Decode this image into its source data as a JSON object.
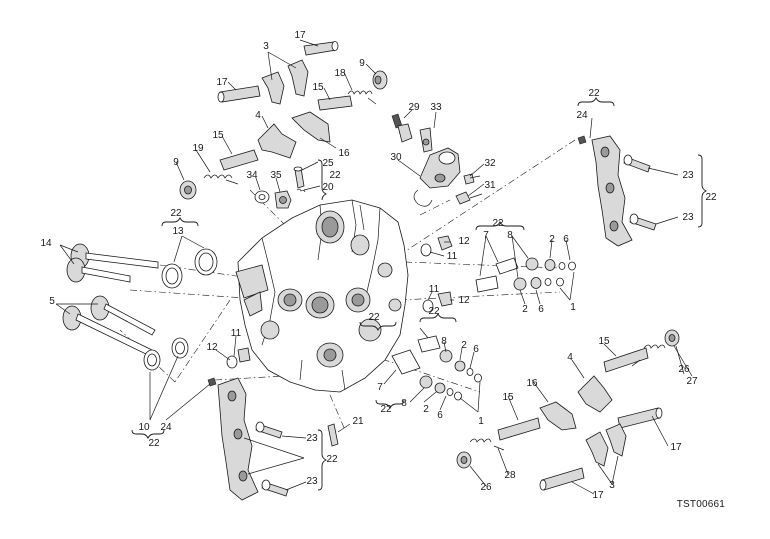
{
  "diagram": {
    "drawing_code": "TST00661",
    "callouts": [
      {
        "id": "c3a",
        "text": "3"
      },
      {
        "id": "c17a",
        "text": "17"
      },
      {
        "id": "c17b",
        "text": "17"
      },
      {
        "id": "c9a",
        "text": "9"
      },
      {
        "id": "c18",
        "text": "18"
      },
      {
        "id": "c15a",
        "text": "15"
      },
      {
        "id": "c4a",
        "text": "4"
      },
      {
        "id": "c16a",
        "text": "16"
      },
      {
        "id": "c15b",
        "text": "15"
      },
      {
        "id": "c29",
        "text": "29"
      },
      {
        "id": "c33",
        "text": "33"
      },
      {
        "id": "c19",
        "text": "19"
      },
      {
        "id": "c9b",
        "text": "9"
      },
      {
        "id": "c25",
        "text": "25"
      },
      {
        "id": "c22a",
        "text": "22"
      },
      {
        "id": "c34",
        "text": "34"
      },
      {
        "id": "c35",
        "text": "35"
      },
      {
        "id": "c20",
        "text": "20"
      },
      {
        "id": "c30",
        "text": "30"
      },
      {
        "id": "c32",
        "text": "32"
      },
      {
        "id": "c31",
        "text": "31"
      },
      {
        "id": "c22b",
        "text": "22"
      },
      {
        "id": "c24a",
        "text": "24"
      },
      {
        "id": "c23a",
        "text": "23"
      },
      {
        "id": "c22c",
        "text": "22"
      },
      {
        "id": "c23b",
        "text": "23"
      },
      {
        "id": "c22d",
        "text": "22"
      },
      {
        "id": "c13",
        "text": "13"
      },
      {
        "id": "c14",
        "text": "14"
      },
      {
        "id": "c12a",
        "text": "12"
      },
      {
        "id": "c11a",
        "text": "11"
      },
      {
        "id": "c22e",
        "text": "22"
      },
      {
        "id": "c7a",
        "text": "7"
      },
      {
        "id": "c8a",
        "text": "8"
      },
      {
        "id": "c2a",
        "text": "2"
      },
      {
        "id": "c6a",
        "text": "6"
      },
      {
        "id": "c2b",
        "text": "2"
      },
      {
        "id": "c6b",
        "text": "6"
      },
      {
        "id": "c1a",
        "text": "1"
      },
      {
        "id": "c11b",
        "text": "11"
      },
      {
        "id": "c12b",
        "text": "12"
      },
      {
        "id": "c5",
        "text": "5"
      },
      {
        "id": "c22f",
        "text": "22"
      },
      {
        "id": "c22g",
        "text": "22"
      },
      {
        "id": "c8b",
        "text": "8"
      },
      {
        "id": "c2c",
        "text": "2"
      },
      {
        "id": "c6c",
        "text": "6"
      },
      {
        "id": "c11c",
        "text": "11"
      },
      {
        "id": "c12c",
        "text": "12"
      },
      {
        "id": "c7b",
        "text": "7"
      },
      {
        "id": "c22h",
        "text": "22"
      },
      {
        "id": "c8c",
        "text": "8"
      },
      {
        "id": "c2d",
        "text": "2"
      },
      {
        "id": "c6d",
        "text": "6"
      },
      {
        "id": "c1b",
        "text": "1"
      },
      {
        "id": "c10",
        "text": "10"
      },
      {
        "id": "c24b",
        "text": "24"
      },
      {
        "id": "c22i",
        "text": "22"
      },
      {
        "id": "c21",
        "text": "21"
      },
      {
        "id": "c23c",
        "text": "23"
      },
      {
        "id": "c22j",
        "text": "22"
      },
      {
        "id": "c23d",
        "text": "23"
      },
      {
        "id": "c15c",
        "text": "15"
      },
      {
        "id": "c4b",
        "text": "4"
      },
      {
        "id": "c27",
        "text": "27"
      },
      {
        "id": "c26a",
        "text": "26"
      },
      {
        "id": "c15d",
        "text": "15"
      },
      {
        "id": "c16b",
        "text": "16"
      },
      {
        "id": "c17c",
        "text": "17"
      },
      {
        "id": "c28",
        "text": "28"
      },
      {
        "id": "c26b",
        "text": "26"
      },
      {
        "id": "c17d",
        "text": "17"
      },
      {
        "id": "c3b",
        "text": "3"
      }
    ]
  }
}
